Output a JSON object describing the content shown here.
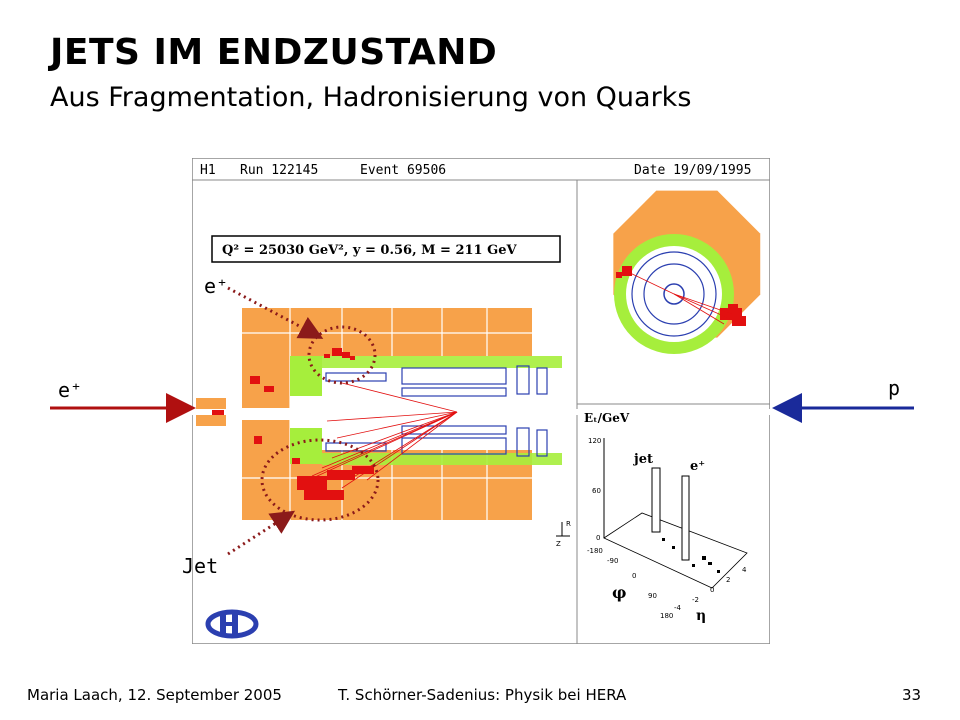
{
  "slide": {
    "title": "JETS IM ENDZUSTAND",
    "subtitle": "Aus Fragmentation, Hadronisierung von Quarks"
  },
  "event_display": {
    "header": {
      "experiment": "H1",
      "run": "Run  122145",
      "event": "Event  69506",
      "date": "Date 19/09/1995"
    },
    "kinematics": "Q² = 25030 GeV²,  y = 0.56,  M = 211 GeV",
    "et_axis_label": "Eₜ/GeV",
    "et_ticks": [
      "120",
      "60",
      "0"
    ],
    "jet_label": "jet",
    "eplus_label": "e⁺",
    "phi_label": "φ",
    "eta_label": "η",
    "phi_ticks": [
      "-180",
      "-90",
      "0",
      "90",
      "180"
    ],
    "eta_ticks": [
      "-4",
      "-2",
      "0",
      "2",
      "4"
    ],
    "axis_r": "R",
    "axis_z": "Z",
    "colors": {
      "calorimeter": "#f7a24a",
      "inner": "#a6ee3c",
      "deposit": "#e21010",
      "tracker": "#2b3fb0"
    }
  },
  "annotations": {
    "electron_top": "e⁺",
    "electron_beam": "e⁺",
    "proton_beam": "p",
    "jet": "Jet",
    "beam_colors": {
      "electron": "#b01010",
      "proton": "#1a2a9a"
    }
  },
  "footer": {
    "left": "Maria Laach, 12. September 2005",
    "center": "T. Schörner-Sadenius: Physik bei HERA",
    "page": "33"
  }
}
